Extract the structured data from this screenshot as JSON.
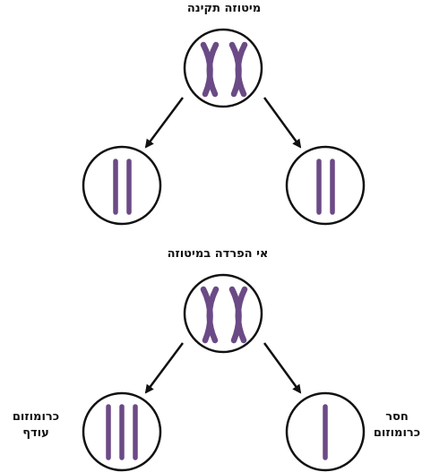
{
  "normal_mitosis": {
    "title": "מיטוזה תקינה"
  },
  "nondisjunction": {
    "title": "אי הפרדה במיטוזה",
    "left_label_line1": "כרומוזום",
    "left_label_line2": "עודף",
    "right_label_line1": "חסר",
    "right_label_line2": "כרומוזום"
  },
  "colors": {
    "chromosome": "#6b4a86",
    "outline": "#111111"
  }
}
